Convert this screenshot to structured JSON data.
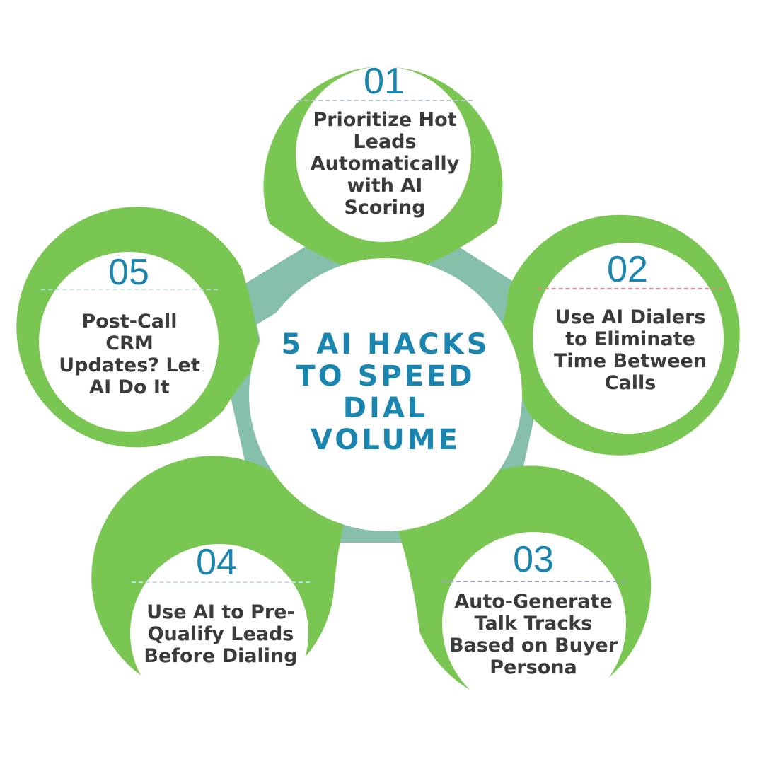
{
  "center": {
    "title": "5 AI HACKS\nTO SPEED\nDIAL\nVOLUME"
  },
  "colors": {
    "bubble": "#7ac653",
    "pentagon": "#86bfaa",
    "accent_text": "#1a86b0",
    "body_text": "#3b3b3b"
  },
  "nodes": [
    {
      "number": "01",
      "text": "Prioritize Hot\nLeads\nAutomatically\nwith AI\nScoring"
    },
    {
      "number": "02",
      "text": "Use AI Dialers\nto Eliminate\nTime Between\nCalls"
    },
    {
      "number": "03",
      "text": "Auto-Generate\nTalk Tracks\nBased on Buyer\nPersona"
    },
    {
      "number": "04",
      "text": "Use AI to Pre-\nQualify Leads\nBefore Dialing"
    },
    {
      "number": "05",
      "text": "Post-Call\nCRM\nUpdates? Let\nAI Do It"
    }
  ]
}
